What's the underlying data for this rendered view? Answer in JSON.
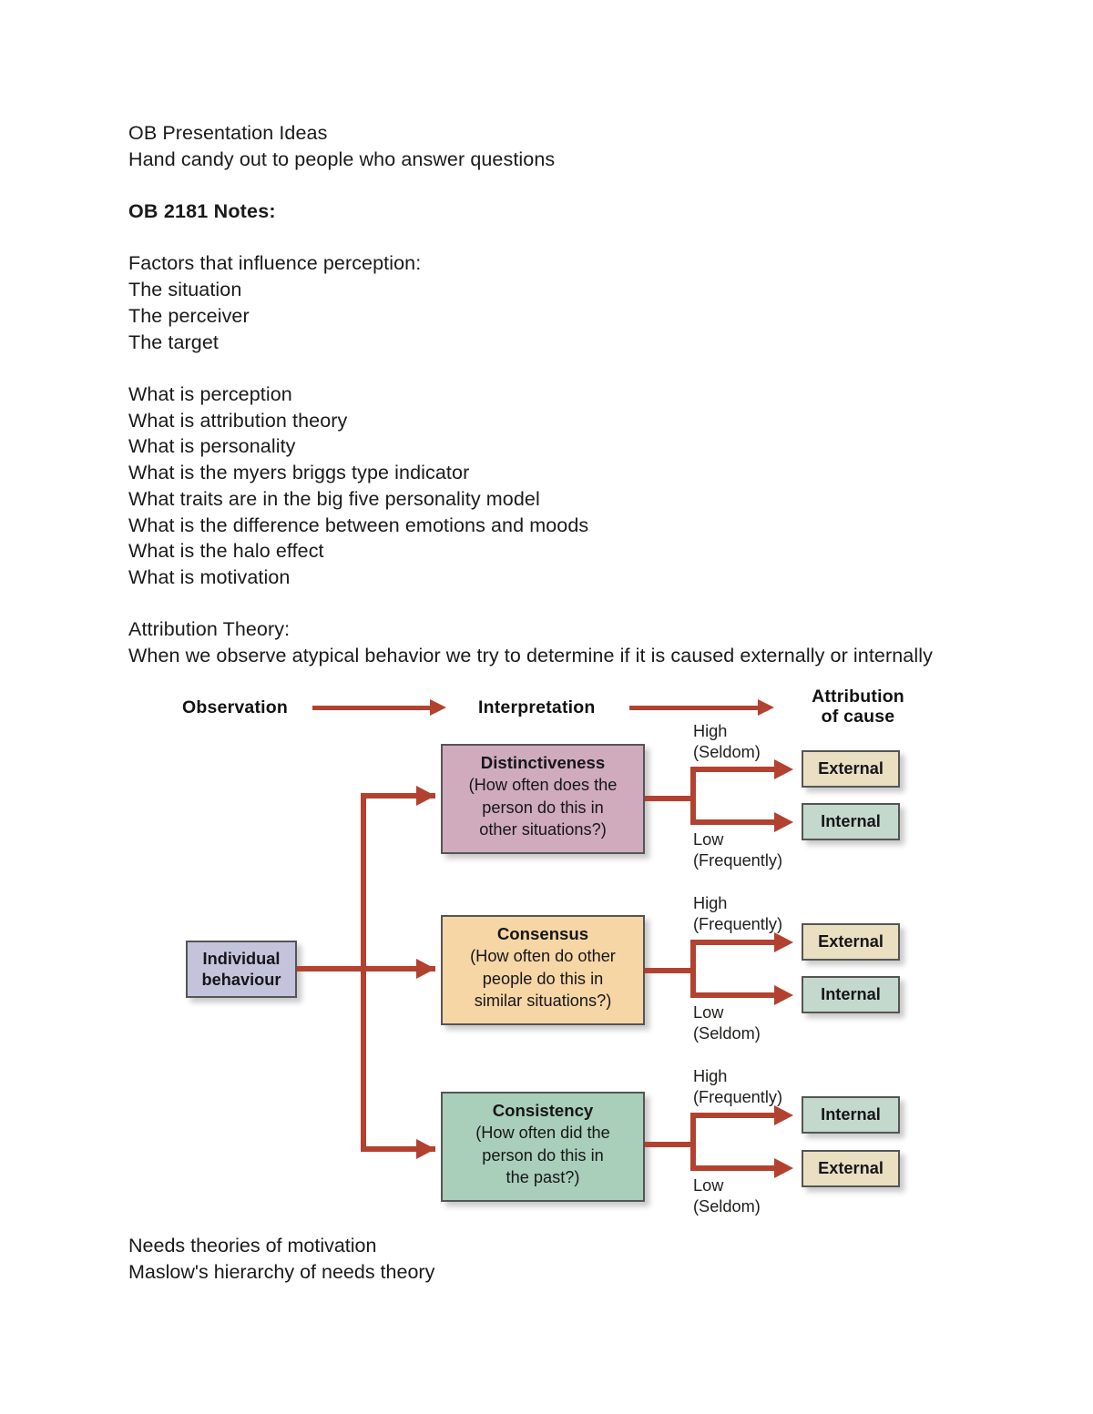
{
  "document": {
    "intro_lines": [
      "OB Presentation Ideas",
      "Hand candy out to people who answer questions"
    ],
    "heading": "OB 2181 Notes:",
    "factors_lines": [
      "Factors that influence perception:",
      "The situation",
      "The perceiver",
      "The target"
    ],
    "question_lines": [
      "What is perception",
      "What is attribution theory",
      "What is personality",
      "What is the myers briggs type indicator",
      "What traits are in the big five personality model",
      "What is the difference between emotions and moods",
      "What is the halo effect",
      "What is motivation"
    ],
    "attribution_lines": [
      "Attribution Theory:",
      "When we observe atypical behavior we try to determine if it is caused externally or internally"
    ],
    "footer_lines": [
      "Needs theories of motivation",
      "Maslow's hierarchy of needs theory"
    ]
  },
  "diagram": {
    "headers": {
      "observation": "Observation",
      "interpretation": "Interpretation",
      "attribution_of_cause": "Attribution\nof cause"
    },
    "source_box": {
      "label": "Individual\nbehaviour",
      "color": "#c4c3dc"
    },
    "factors": [
      {
        "title": "Distinctiveness",
        "question": "(How often does the\nperson do this in\nother situations?)",
        "color": "#cfabbd",
        "high_label": "High\n(Seldom)",
        "low_label": "Low\n(Frequently)",
        "high_outcome": "External",
        "low_outcome": "Internal"
      },
      {
        "title": "Consensus",
        "question": "(How often do other\npeople do this in\nsimilar situations?)",
        "color": "#f6d6a4",
        "high_label": "High\n(Frequently)",
        "low_label": "Low\n(Seldom)",
        "high_outcome": "External",
        "low_outcome": "Internal"
      },
      {
        "title": "Consistency",
        "question": "(How often did the\nperson do this in\nthe past?)",
        "color": "#a9ceba",
        "high_label": "High\n(Frequently)",
        "low_label": "Low\n(Seldom)",
        "high_outcome": "Internal",
        "low_outcome": "External"
      }
    ],
    "colors": {
      "arrow": "#b2422f",
      "external_box": "#eadfc0",
      "internal_box": "#c3d9cd",
      "box_border": "#555555"
    }
  }
}
